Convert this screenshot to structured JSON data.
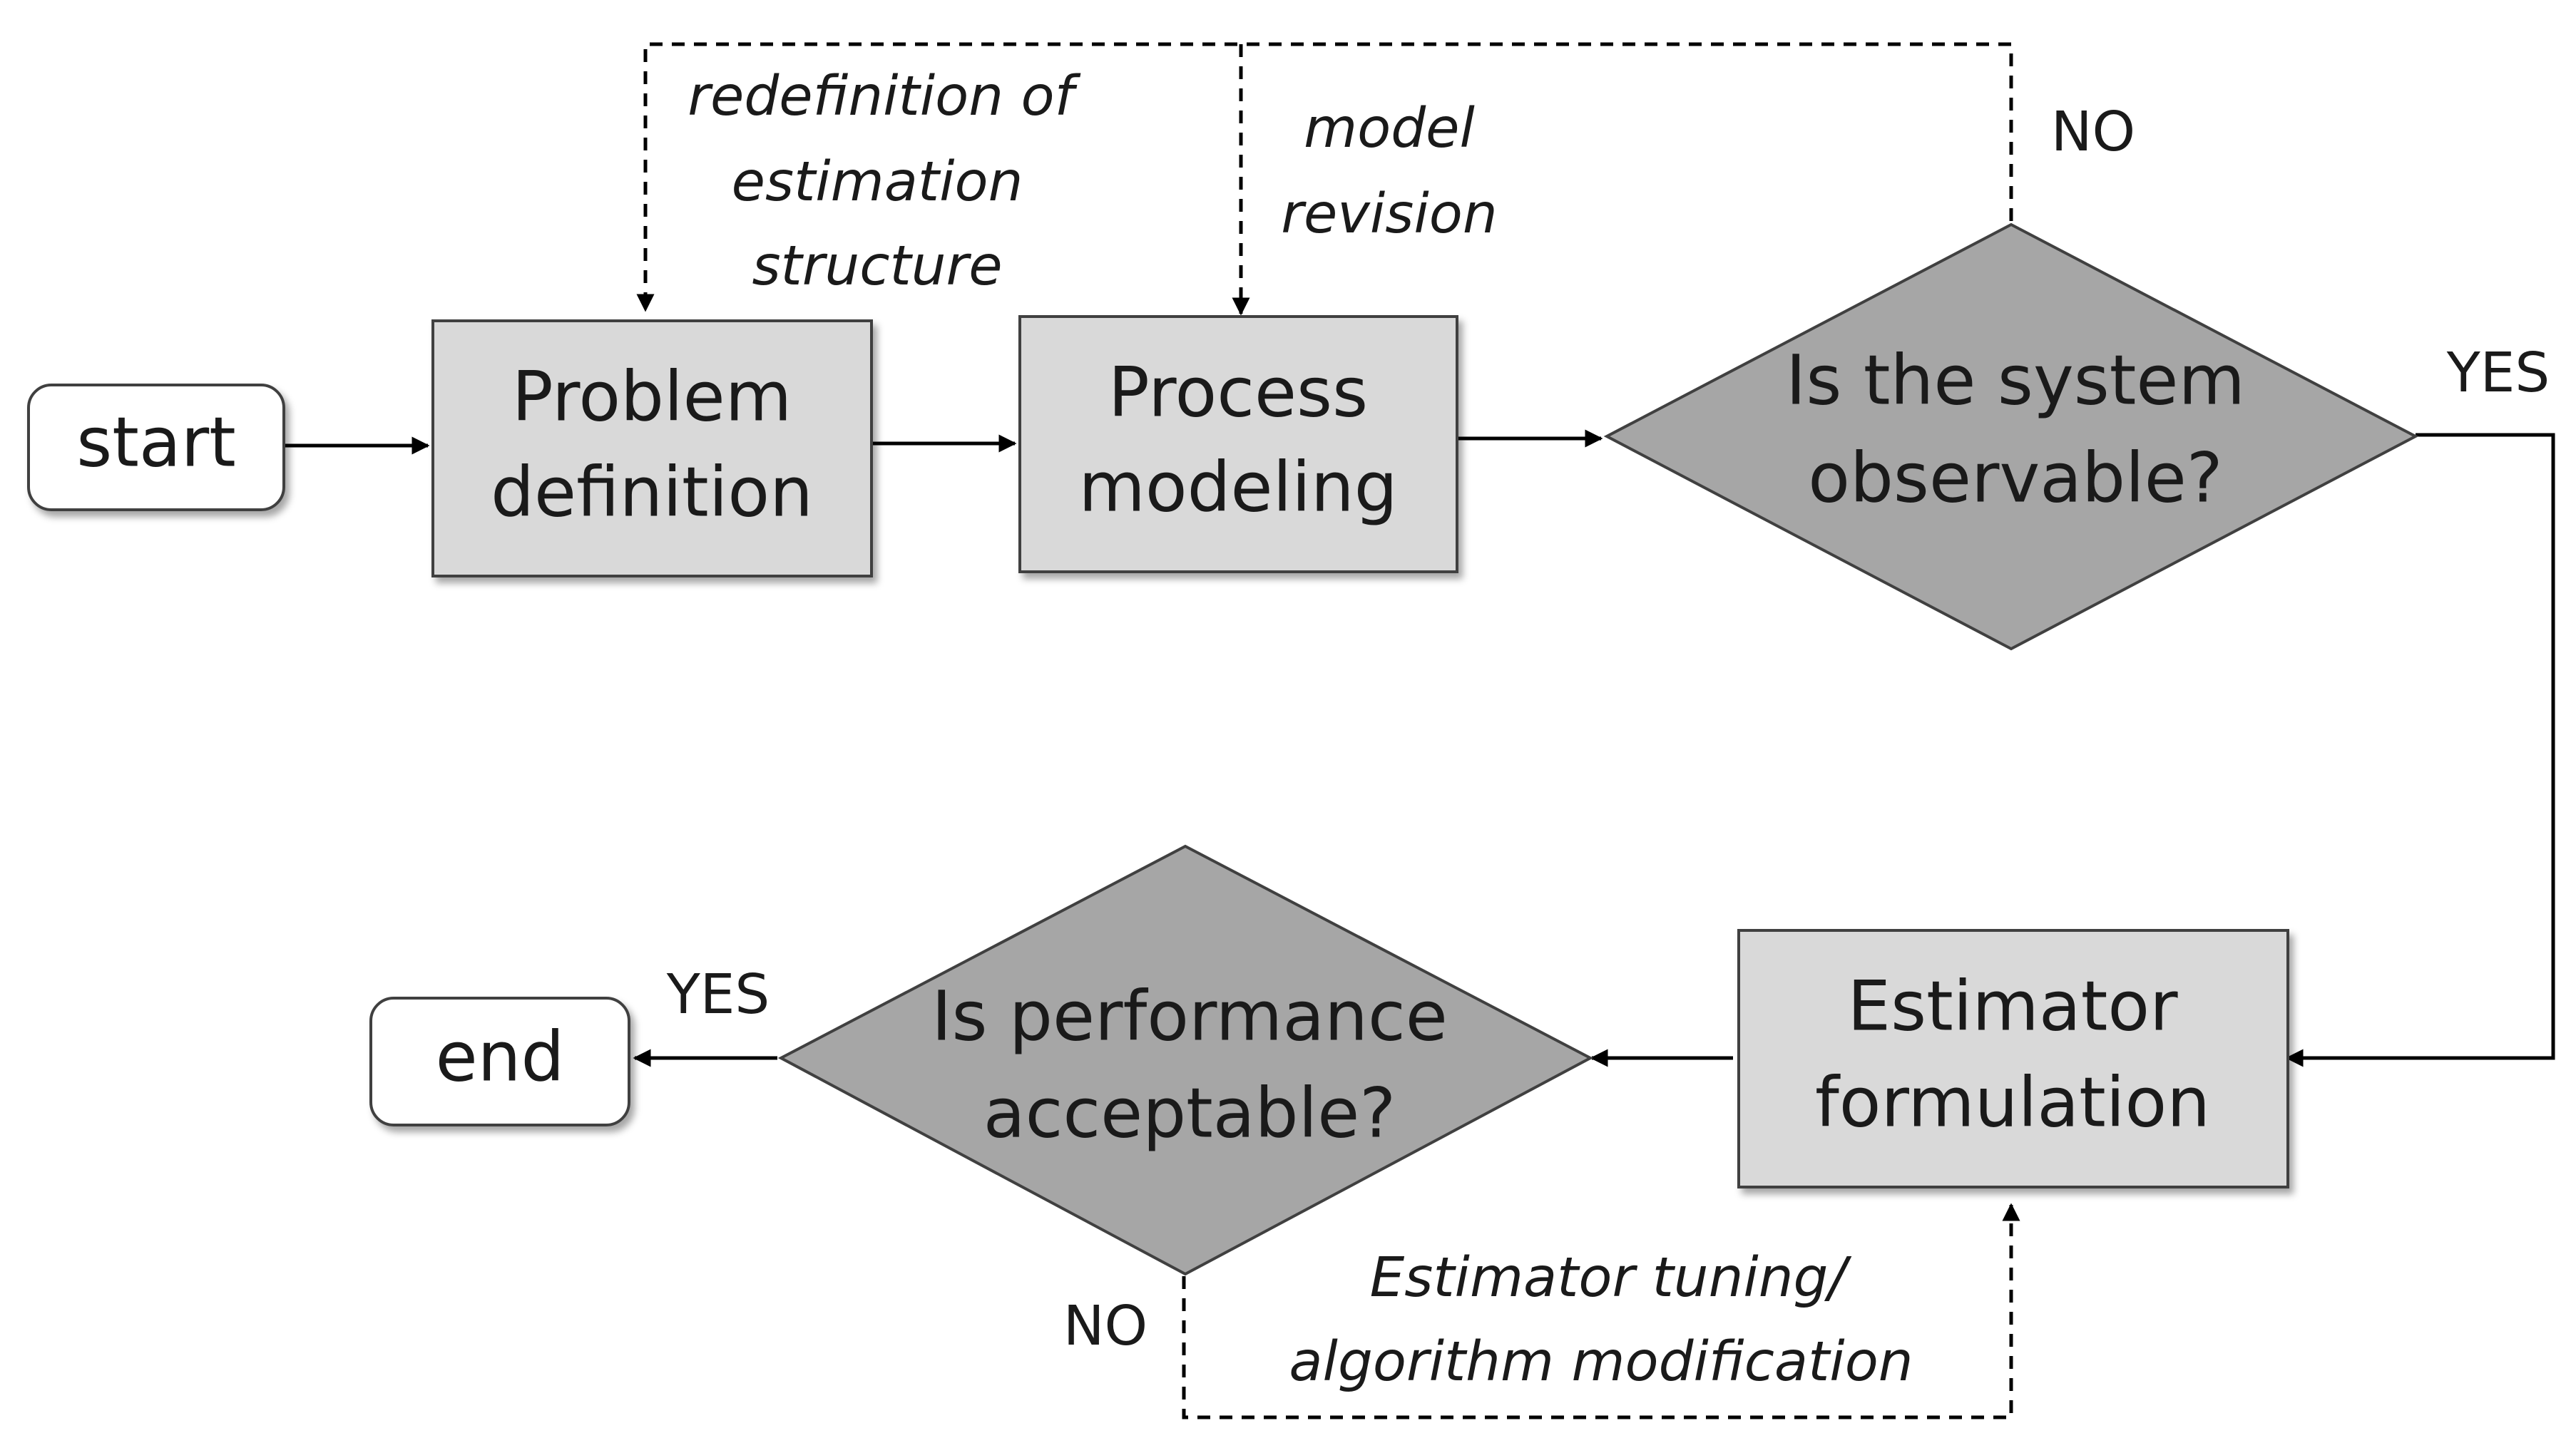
{
  "nodes": {
    "start": {
      "label": "start"
    },
    "problem_definition": {
      "line1": "Problem",
      "line2": "definition"
    },
    "process_modeling": {
      "line1": "Process",
      "line2": "modeling"
    },
    "observable_decision": {
      "line1": "Is the system",
      "line2": "observable?"
    },
    "estimator_formulation": {
      "line1": "Estimator",
      "line2": "formulation"
    },
    "performance_decision": {
      "line1": "Is performance",
      "line2": "acceptable?"
    },
    "end": {
      "label": "end"
    }
  },
  "edge_labels": {
    "redefinition": {
      "line1": "redefinition of",
      "line2": "estimation",
      "line3": "structure"
    },
    "model_revision": {
      "line1": "model",
      "line2": "revision"
    },
    "tuning": {
      "line1": "Estimator tuning/",
      "line2": "algorithm modification"
    }
  },
  "branch_labels": {
    "observable_no": "NO",
    "observable_yes": "YES",
    "performance_yes": "YES",
    "performance_no": "NO"
  },
  "colors": {
    "process_box": "#d9d9d9",
    "decision_diamond": "#a6a6a6",
    "terminal": "#ffffff",
    "stroke": "#404040"
  }
}
